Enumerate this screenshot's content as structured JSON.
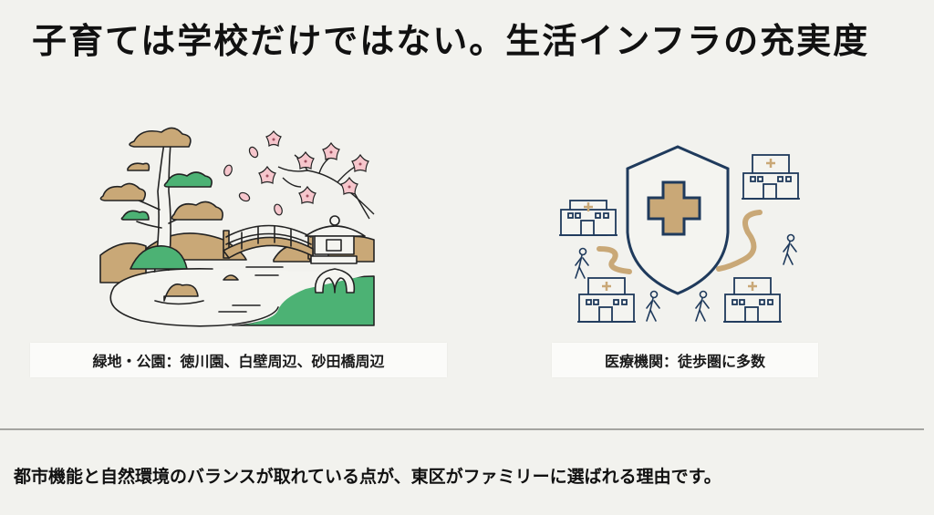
{
  "title": "子育ては学校だけではない。生活インフラの充実度",
  "sections": [
    {
      "id": "parks",
      "illustration": "japanese-garden-illustration",
      "illustration_elements": [
        "pine-tree",
        "cherry-blossom-branch",
        "arched-bridge",
        "stone-lantern",
        "pond",
        "hills",
        "lawn"
      ],
      "caption": "緑地・公園：徳川園、白壁周辺、砂田橋周辺"
    },
    {
      "id": "medical",
      "illustration": "medical-shield-illustration",
      "illustration_elements": [
        "shield-icon",
        "medical-cross-icon",
        "hospital-building-icon",
        "walking-person-icon",
        "winding-path"
      ],
      "caption": "医療機関：徒歩圏に多数"
    }
  ],
  "footer": {
    "text": "都市機能と自然環境のバランスが取れている点が、東区がファミリーに選ばれる理由です。"
  },
  "colors": {
    "background": "#f2f2ee",
    "text": "#111111",
    "caption_bg": "#fbfbf9",
    "divider": "#a4a4a0",
    "tan": "#c9a877",
    "green": "#4cb274",
    "pink": "#f6c6cc",
    "navy": "#1f3a5c",
    "line": "#222222"
  }
}
